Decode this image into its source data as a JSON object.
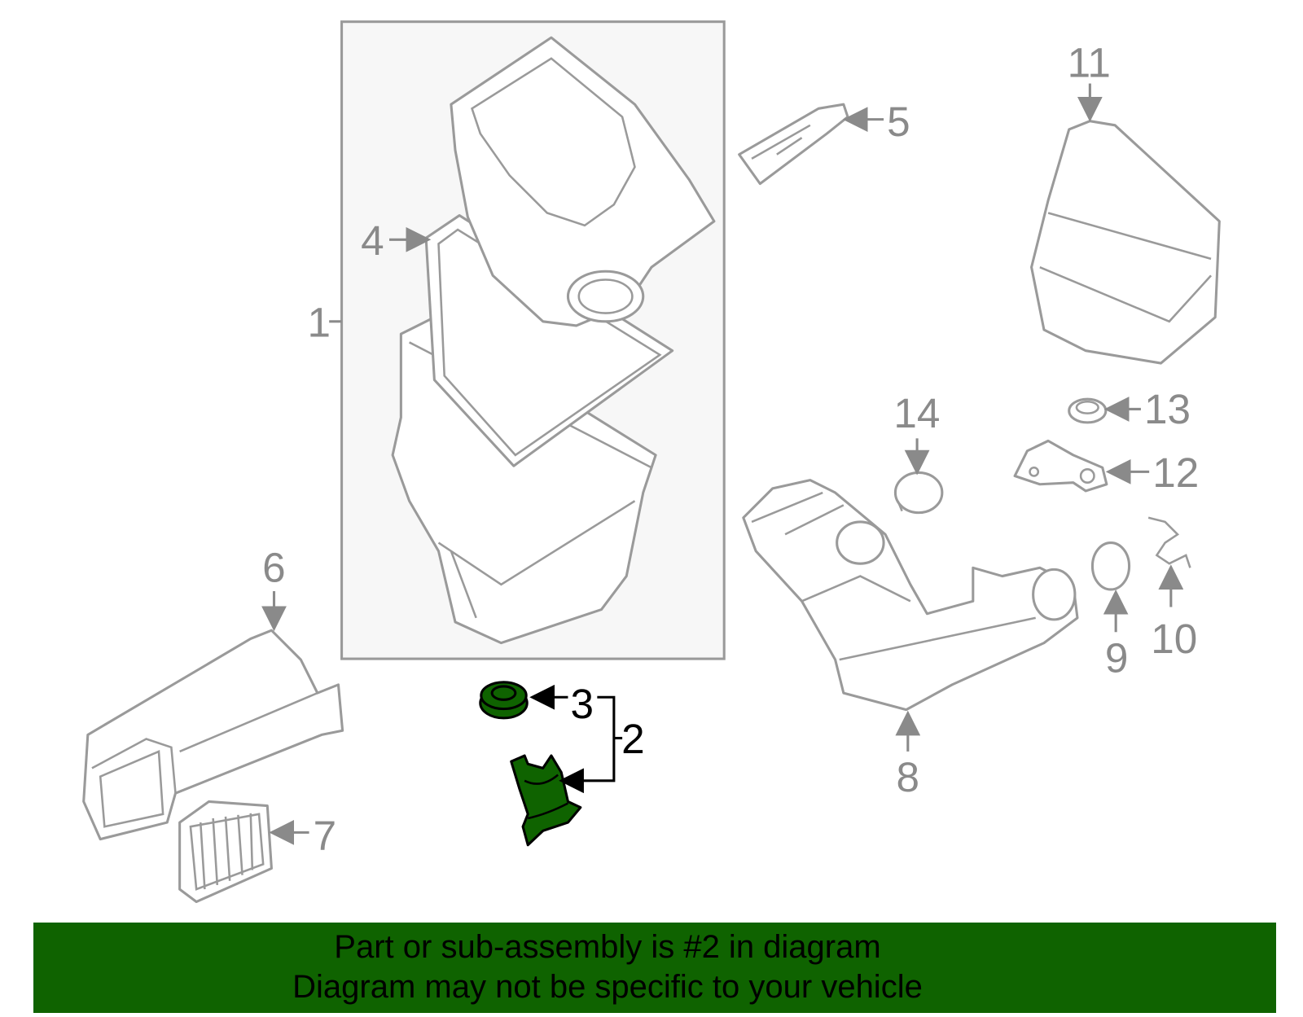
{
  "diagram": {
    "highlighted_part": "2",
    "selected_color": "#0f6300",
    "callouts": [
      "1",
      "2",
      "3",
      "4",
      "5",
      "6",
      "7",
      "8",
      "9",
      "10",
      "11",
      "12",
      "13",
      "14"
    ]
  },
  "banner": {
    "line1": "Part or sub-assembly is #2 in diagram",
    "line2": "Diagram may not be specific to your vehicle"
  }
}
